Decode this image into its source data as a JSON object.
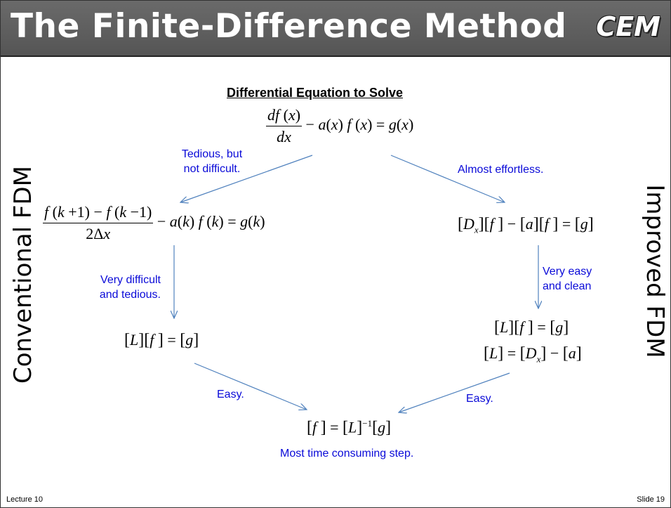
{
  "title": "The Finite-Difference Method",
  "logo": "CEM",
  "heading": "Differential Equation to Solve",
  "left_side_label": "Conventional FDM",
  "right_side_label": "Improved FDM",
  "notes": {
    "tedious_line1": "Tedious, but",
    "tedious_line2": "not difficult.",
    "almost_effortless": "Almost effortless.",
    "very_difficult_line1": "Very difficult",
    "very_difficult_line2": "and tedious.",
    "very_easy_line1": "Very easy",
    "very_easy_line2": "and clean",
    "easy_left": "Easy.",
    "easy_right": "Easy.",
    "most_time": "Most time consuming step."
  },
  "footer": {
    "left": "Lecture 10",
    "right": "Slide 19"
  },
  "colors": {
    "header": "#5f5f5f",
    "note_text": "#0a0ad8",
    "arrow": "#4f81bd"
  }
}
